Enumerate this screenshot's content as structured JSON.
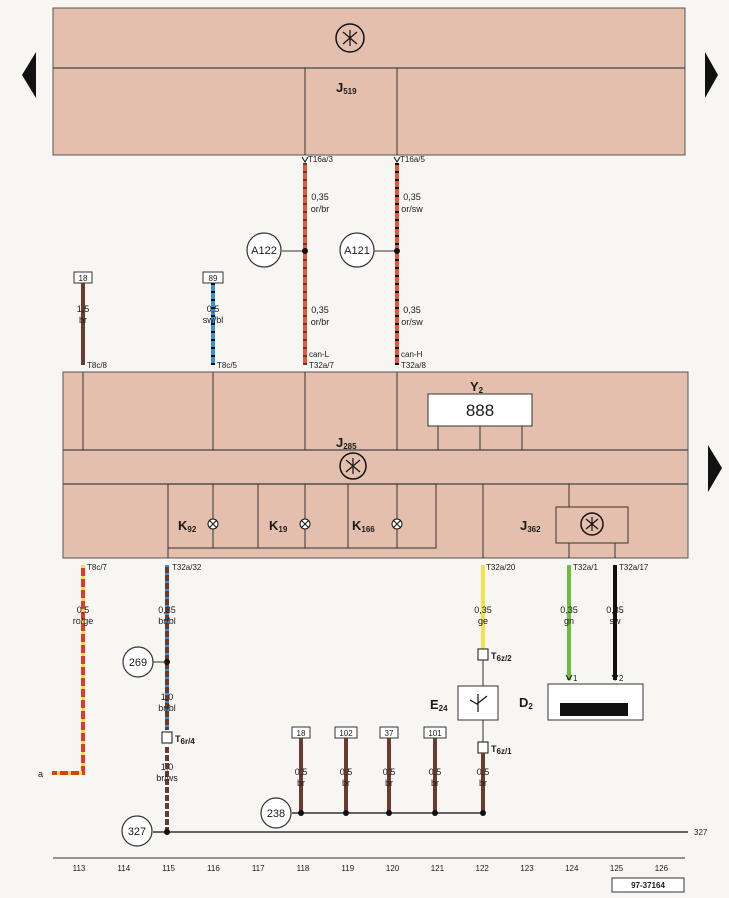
{
  "modules": {
    "j519": {
      "label": "J",
      "sub": "519"
    },
    "j285": {
      "label": "J",
      "sub": "285"
    },
    "y2": {
      "label": "Y",
      "sub": "2",
      "display": "888"
    },
    "j362": {
      "label": "J",
      "sub": "362"
    },
    "k92": {
      "label": "K",
      "sub": "92"
    },
    "k19": {
      "label": "K",
      "sub": "19"
    },
    "k166": {
      "label": "K",
      "sub": "166"
    },
    "e24": {
      "label": "E",
      "sub": "24"
    },
    "d2": {
      "label": "D",
      "sub": "2"
    }
  },
  "connectors": {
    "t16a3": "T16a/3",
    "t16a5": "T16a/5",
    "t8c8": "T8c/8",
    "t8c5": "T8c/5",
    "t32a7": "T32a/7",
    "t32a8": "T32a/8",
    "canl": "can-L",
    "canh": "can-H",
    "t8c7": "T8c/7",
    "t32a32": "T32a/32",
    "t32a20": "T32a/20",
    "t32a1": "T32a/1",
    "t32a17": "T32a/17",
    "t6r4": {
      "label": "T",
      "sub": "6r/4"
    },
    "t6z2": {
      "label": "T",
      "sub": "6z/2"
    },
    "t6z1": {
      "label": "T",
      "sub": "6z/1"
    },
    "pin1": "1",
    "pin2": "2"
  },
  "wires": {
    "w118a": {
      "size": "0,35",
      "color": "or/br"
    },
    "w120a": {
      "size": "0,35",
      "color": "or/sw"
    },
    "w118b": {
      "size": "0,35",
      "color": "or/br"
    },
    "w120b": {
      "size": "0,35",
      "color": "or/sw"
    },
    "w113top": {
      "size": "1,5",
      "color": "br"
    },
    "w116top": {
      "size": "0,5",
      "color": "sw/bl"
    },
    "w113bot": {
      "size": "0,5",
      "color": "ro/ge"
    },
    "w115a": {
      "size": "0,35",
      "color": "br/bl"
    },
    "w115b": {
      "size": "1,0",
      "color": "br/bl"
    },
    "w115c": {
      "size": "1,0",
      "color": "br/ws"
    },
    "w122a": {
      "size": "0,35",
      "color": "ge"
    },
    "w124": {
      "size": "0,35",
      "color": "gn"
    },
    "w125": {
      "size": "0,35",
      "color": "sw"
    },
    "w118c": {
      "size": "0,5",
      "color": "br"
    },
    "w119c": {
      "size": "0,5",
      "color": "br"
    },
    "w120c": {
      "size": "0,5",
      "color": "br"
    },
    "w121c": {
      "size": "0,5",
      "color": "br"
    },
    "w122c": {
      "size": "0,5",
      "color": "br"
    }
  },
  "terminals": {
    "t113": "18",
    "t116": "89",
    "t118": "18",
    "t119": "102",
    "t120": "37",
    "t121": "101"
  },
  "circles": {
    "a122": "A122",
    "a121": "A121",
    "c269": "269",
    "c327": "327",
    "c238": "238"
  },
  "line_end": "327",
  "arrow_label": "a",
  "columns": [
    "113",
    "114",
    "115",
    "116",
    "117",
    "118",
    "119",
    "120",
    "121",
    "122",
    "123",
    "124",
    "125",
    "126"
  ],
  "figure_id": "97-37164",
  "colors": {
    "module_fill": "#e4bfae",
    "wire_orange": "#e8553a",
    "wire_brown": "#6a3a2e",
    "wire_blue": "#3a8fd8",
    "wire_red": "#e23a2a",
    "wire_yellow": "#f5e04a",
    "wire_green": "#6cbf3a",
    "wire_black": "#111111"
  }
}
